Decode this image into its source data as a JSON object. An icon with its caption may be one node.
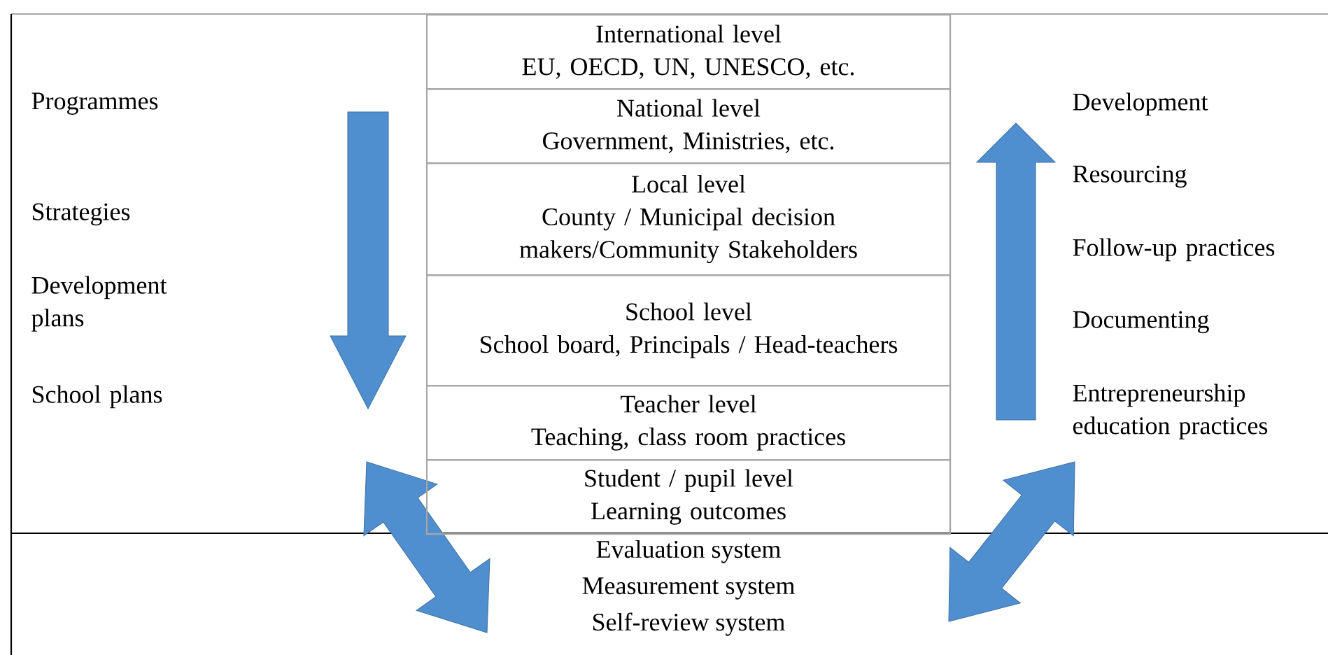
{
  "diagram": {
    "nodes": [
      {
        "text": [
          "International level",
          "EU, OECD, UN, UNESCO, etc."
        ]
      },
      {
        "text": [
          "National level",
          "Government, Ministries, etc."
        ]
      },
      {
        "text": [
          "Local level",
          "County / Municipal decision makers/Community Stakeholders"
        ]
      },
      {
        "text": [
          "School level",
          "School board, Principals / Head-teachers"
        ]
      },
      {
        "text": [
          "Teacher level",
          "Teaching, class room practices"
        ]
      },
      {
        "text": [
          "Student / pupil level",
          "Learning outcomes"
        ]
      },
      {
        "text": [
          "Evaluation system",
          "Measurement system",
          "Self-review system"
        ]
      }
    ],
    "labels": [
      "Programmes",
      "Strategies",
      "Development plans",
      "School plans",
      "Development",
      "Resourcing",
      "Follow-up practices",
      "Documenting",
      "Entrepreneurship education practices"
    ]
  }
}
